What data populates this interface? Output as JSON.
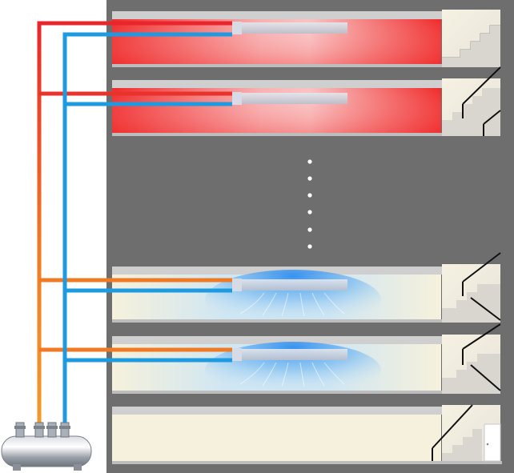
{
  "diagram": {
    "floors": [
      {
        "id": "floor-1",
        "mode": "heating"
      },
      {
        "id": "floor-2",
        "mode": "heating"
      },
      {
        "id": "floor-3",
        "mode": "cooling"
      },
      {
        "id": "floor-4",
        "mode": "cooling"
      },
      {
        "id": "floor-5",
        "mode": "none"
      }
    ],
    "omitted_floors_indicator": "vertical-dots",
    "colors": {
      "building_shell": "#6e6e6e",
      "supply_pipe_hot": "#e8262b",
      "supply_pipe_warm": "#f07a24",
      "return_pipe": "#1e9be0",
      "heating_gradient": "#f03a3a",
      "cooling_glow": "#3f9cf0",
      "room_cream": "#f6f1dc",
      "tank": "#9aa0a8"
    },
    "components": [
      "storage-tank",
      "supply-riser",
      "return-riser",
      "fan-coil-unit",
      "stairwell",
      "door"
    ]
  }
}
